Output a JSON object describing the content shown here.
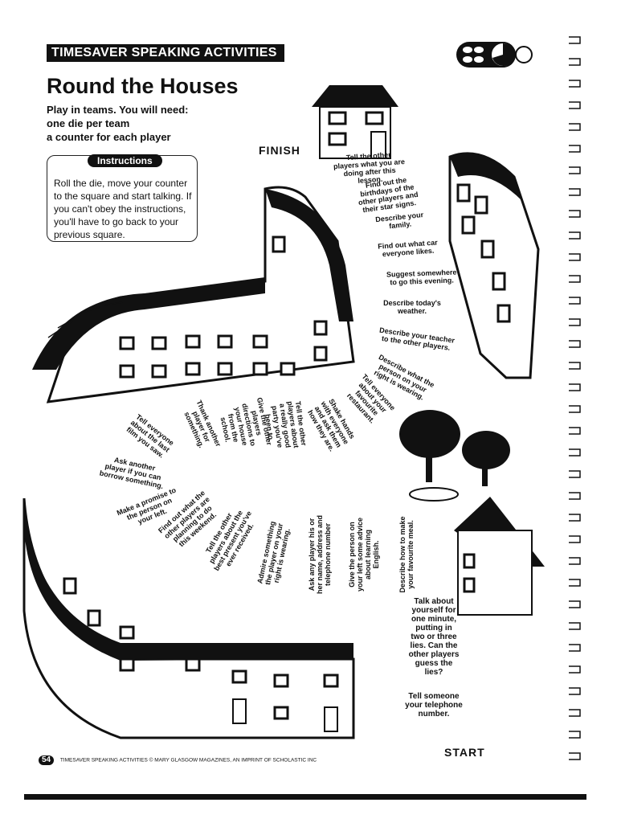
{
  "header": {
    "banner": "TIMESAVER SPEAKING ACTIVITIES",
    "title": "Round the Houses",
    "intro": [
      "Play in teams. You will need:",
      "one die per team",
      "a counter for each player"
    ]
  },
  "instructions": {
    "heading": "Instructions",
    "text": "Roll the die, move your counter to the square and start talking. If you can't obey the instructions, you'll have to go back to your previous square."
  },
  "labels": {
    "finish": "FINISH",
    "start": "START"
  },
  "squares": [
    "Tell someone your telephone number.",
    "Talk about yourself for one minute, putting in two or three lies. Can the other players guess the lies?",
    "Describe how to make your favourite meal.",
    "Give the person on your left some advice about learning English.",
    "Ask any player his or her name, address and telephone number",
    "Admire something the player on your right is wearing.",
    "Tell the other players about the best present you've ever received.",
    "Find out what the other players are planning to do this weekend.",
    "Make a promise to the person on your left.",
    "Ask another player if you can borrow something.",
    "Tell everyone about the last film you saw.",
    "Thank another player for something.",
    "Give the other players directions to your house from the school.",
    "Tell the other players about a really good party you've been to.",
    "Shake hands with everyone and ask them how they are.",
    "Tell everyone about your favourite restaurant.",
    "Describe what the person on your right is wearing.",
    "Describe your teacher to the other players.",
    "Describe today's weather.",
    "Suggest somewhere to go this evening.",
    "Find out what car everyone likes.",
    "Describe your family.",
    "Find out the birthdays of the other players and their star signs.",
    "Tell the other players what you are doing after this lesson."
  ],
  "footer": {
    "page": "54",
    "text": "TIMESAVER SPEAKING ACTIVITIES © MARY GLASGOW MAGAZINES, AN IMPRINT OF SCHOLASTIC INC"
  }
}
